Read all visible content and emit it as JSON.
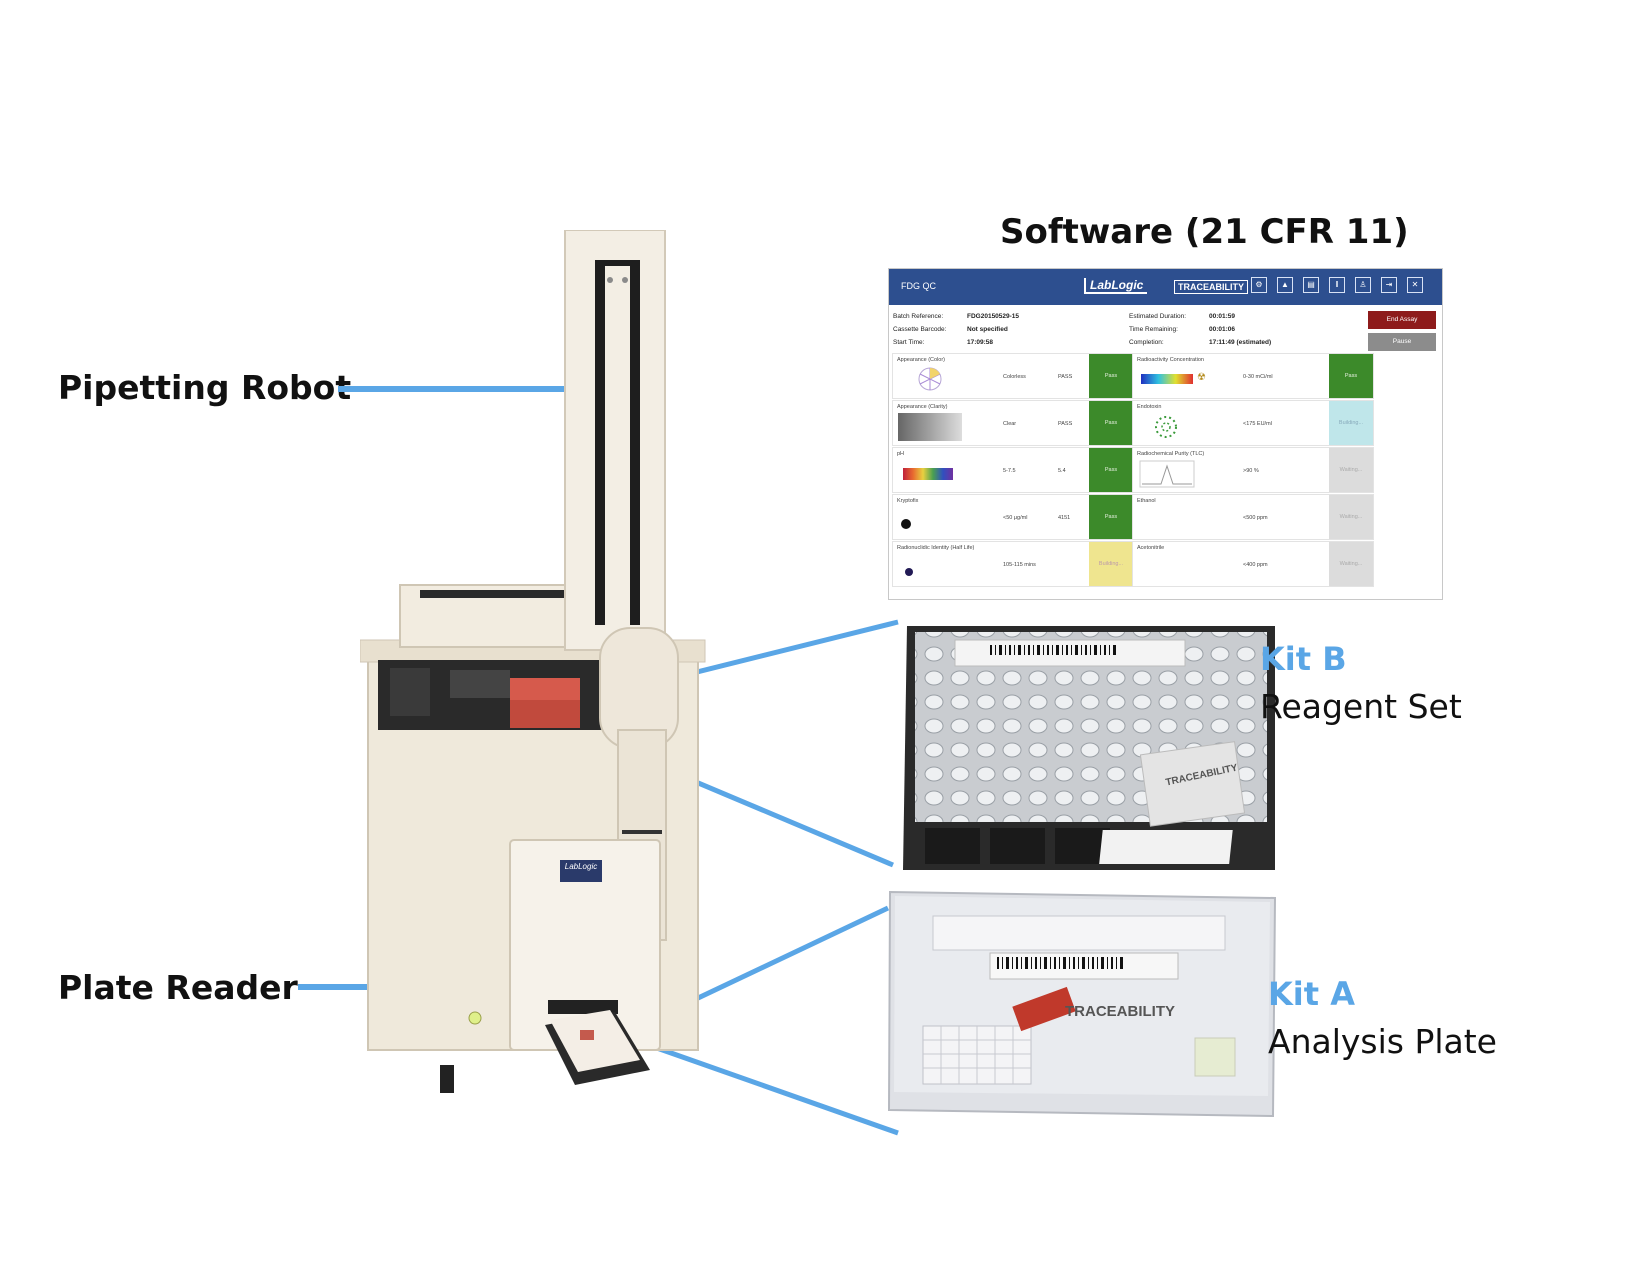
{
  "title": "Software (21 CFR 11)",
  "labels": {
    "pipetting_robot": "Pipetting Robot",
    "plate_reader": "Plate Reader"
  },
  "kits": {
    "b": {
      "name": "Kit B",
      "desc": "Reagent Set",
      "brand": "TRACEABILITY"
    },
    "a": {
      "name": "Kit A",
      "desc": "Analysis Plate",
      "brand": "TRACEABILITY"
    }
  },
  "instrument": {
    "badge": "LabLogic"
  },
  "software": {
    "app_title": "FDG QC",
    "logo_lablogic": "LabLogic",
    "logo_traceability": "TRACEABILITY",
    "info": {
      "batch_label": "Batch Reference:",
      "batch_value": "FDG20150529-15",
      "cassette_label": "Cassette Barcode:",
      "cassette_value": "Not specified",
      "start_label": "Start Time:",
      "start_value": "17:09:58",
      "duration_label": "Estimated Duration:",
      "duration_value": "00:01:59",
      "remaining_label": "Time Remaining:",
      "remaining_value": "00:01:06",
      "completion_label": "Completion:",
      "completion_value": "17:11:49 (estimated)"
    },
    "buttons": {
      "end_assay": "End Assay",
      "pause": "Pause"
    },
    "tests_left": [
      {
        "name": "Appearance (Color)",
        "spec": "Colorless",
        "value": "PASS",
        "status": "Pass"
      },
      {
        "name": "Appearance (Clarity)",
        "spec": "Clear",
        "value": "PASS",
        "status": "Pass"
      },
      {
        "name": "pH",
        "spec": "5-7.5",
        "value": "5.4",
        "status": "Pass"
      },
      {
        "name": "Kryptofix",
        "spec": "<50 μg/ml",
        "value": "4151",
        "status": "Pass"
      },
      {
        "name": "Radionuclidic Identity (Half Life)",
        "spec": "105-115 mins",
        "value": "",
        "status": "Building..."
      }
    ],
    "tests_right": [
      {
        "name": "Radioactivity Concentration",
        "spec": "0-30 mCi/ml",
        "value": "",
        "status": "Pass"
      },
      {
        "name": "Endotoxin",
        "spec": "<175 EU/ml",
        "value": "",
        "status": "Building..."
      },
      {
        "name": "Radiochemical Purity (TLC)",
        "spec": ">90 %",
        "value": "",
        "status": "Waiting..."
      },
      {
        "name": "Ethanol",
        "spec": "<500 ppm",
        "value": "",
        "status": "Waiting..."
      },
      {
        "name": "Acetonitrile",
        "spec": "<400 ppm",
        "value": "",
        "status": "Waiting..."
      }
    ]
  },
  "colors": {
    "accent": "#5aa6e6",
    "header": "#2d4f8f",
    "pass": "#3c8a2a",
    "end_assay": "#8e1b1b"
  }
}
